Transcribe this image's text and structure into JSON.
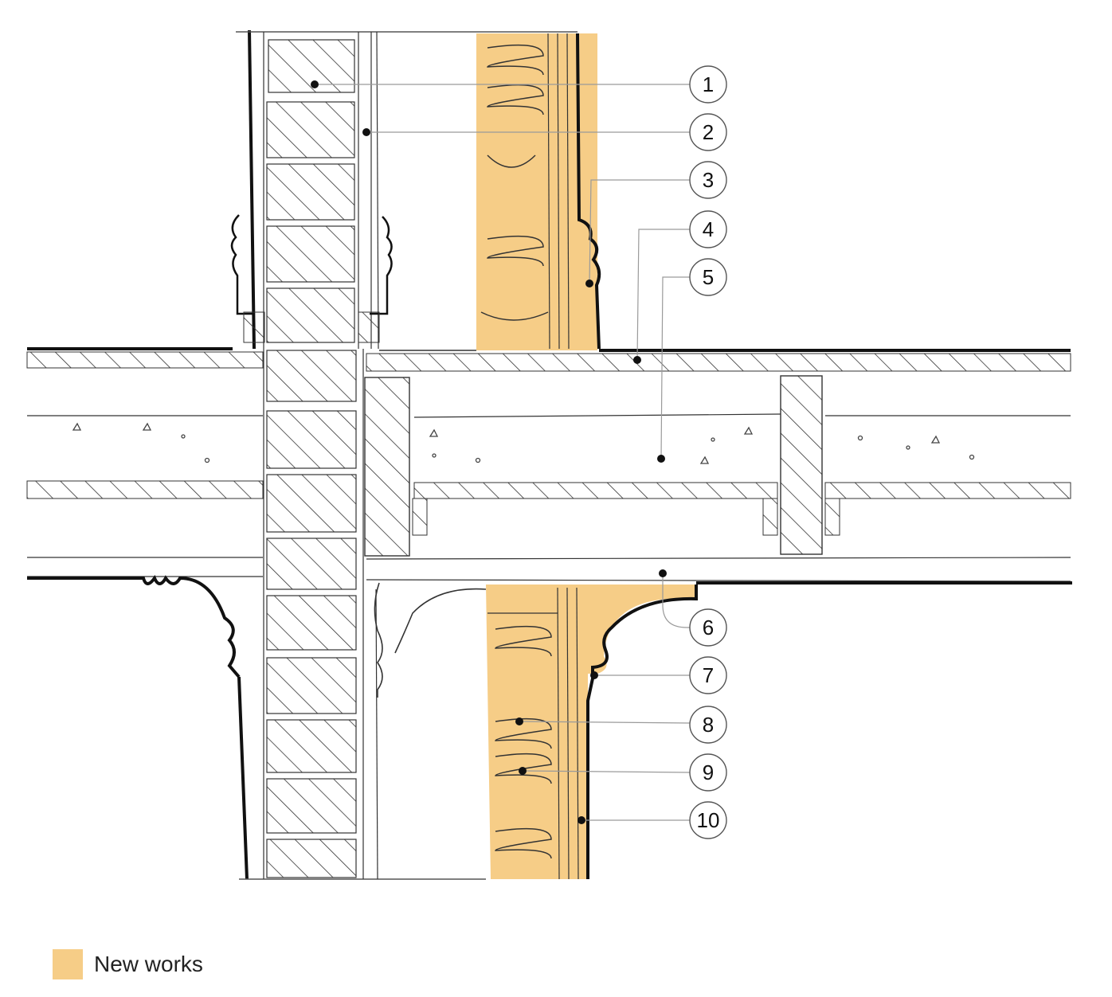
{
  "colors": {
    "new_works": "#f6cd87",
    "line": "#111111",
    "leader": "#9a9a9a"
  },
  "callouts": [
    {
      "number": "1"
    },
    {
      "number": "2"
    },
    {
      "number": "3"
    },
    {
      "number": "4"
    },
    {
      "number": "5"
    },
    {
      "number": "6"
    },
    {
      "number": "7"
    },
    {
      "number": "8"
    },
    {
      "number": "9"
    },
    {
      "number": "10"
    }
  ],
  "legend": {
    "label": "New works"
  }
}
